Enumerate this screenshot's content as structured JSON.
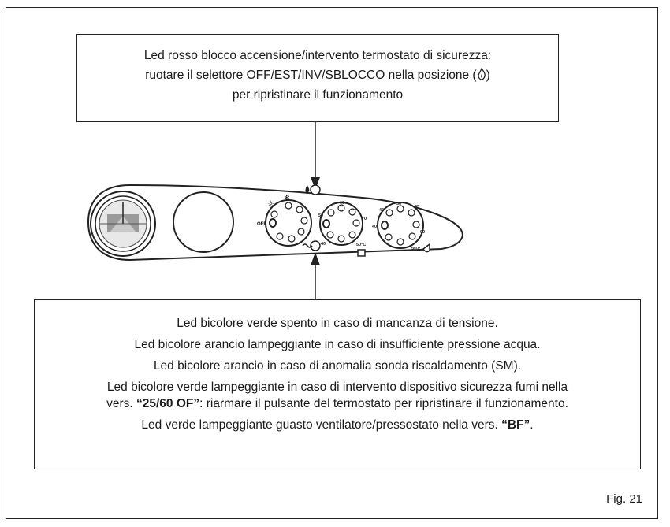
{
  "top_box": {
    "line1": "Led rosso blocco accensione/intervento termostato di sicurezza:",
    "line2_pre": "ruotare il selettore OFF/EST/INV/SBLOCCO nella posizione (",
    "line2_post": ")",
    "line3": "per ripristinare il funzionamento"
  },
  "bottom_box": {
    "line1": "Led bicolore verde spento in caso di mancanza di tensione.",
    "line2": "Led bicolore arancio lampeggiante in caso di insufficiente pressione acqua.",
    "line3": "Led bicolore arancio in caso di anomalia sonda riscaldamento (SM).",
    "line4": "Led bicolore verde lampeggiante in caso di intervento dispositivo sicurezza fumi nella",
    "line5_pre": "vers. ",
    "line5_bold": "“25/60 OF”",
    "line5_post": ": riarmare il pulsante del termostato per ripristinare il funzionamento.",
    "line6_pre": "Led verde lampeggiante guasto ventilatore/pressostato nella vers. ",
    "line6_bold": "“BF”",
    "line6_post": "."
  },
  "panel": {
    "selector_label_off": "OFF",
    "dial2_labels": [
      "50",
      "60",
      "70",
      "40"
    ],
    "dial3_labels": [
      "45",
      "50",
      "55",
      "40",
      "60"
    ],
    "dial2_unit": "50°C",
    "dial3_unit": "55°C"
  },
  "figure_label": "Fig. 21",
  "icons": [
    "flame-icon",
    "plug-icon",
    "radiator-icon",
    "tap-icon",
    "snowflake-icon",
    "pressure-gauge"
  ]
}
